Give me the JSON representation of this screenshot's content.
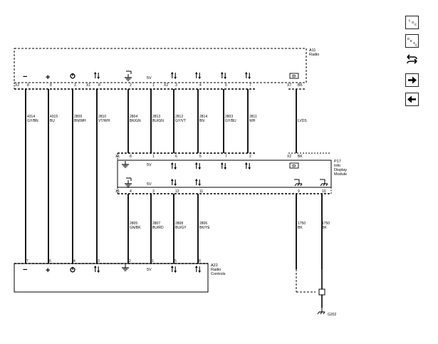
{
  "modules": {
    "radio": {
      "ref": "A11",
      "name": "Radio"
    },
    "display": {
      "ref": "P17",
      "name_lines": [
        "Info",
        "Display",
        "Module"
      ]
    },
    "controls": {
      "ref": "A22",
      "name_lines": [
        "Radio",
        "Controls"
      ]
    }
  },
  "connectors": {
    "x1": "X1",
    "x2": "X2",
    "x7": "X7"
  },
  "ground": {
    "ref": "G202"
  },
  "wires": {
    "w1": {
      "circuit": "4314",
      "color": "GY/BN"
    },
    "w2": {
      "circuit": "4315",
      "color": "BU"
    },
    "w3": {
      "circuit": "2809",
      "color": "BN/WH"
    },
    "w4": {
      "circuit": "2810",
      "color": "VT/WH"
    },
    "w5": {
      "circuit": "2804",
      "color": "BK/GN"
    },
    "w6": {
      "circuit": "2813",
      "color": "BU/GN"
    },
    "w7": {
      "circuit": "2812",
      "color": "GY/VT"
    },
    "w8": {
      "circuit": "2814",
      "color": "BN"
    },
    "w9": {
      "circuit": "2803",
      "color": "GY/BU"
    },
    "w10": {
      "circuit": "2811",
      "color": "WH"
    },
    "w11": {
      "circuit": "LVDS",
      "color": ""
    },
    "l1": {
      "circuit": "2805",
      "color": "GN/BK"
    },
    "l2": {
      "circuit": "2807",
      "color": "BU/RD"
    },
    "l3": {
      "circuit": "2808",
      "color": "BU/GY"
    },
    "l4": {
      "circuit": "2806",
      "color": "BK/YE"
    },
    "l5": {
      "circuit": "1750",
      "color": "BK"
    },
    "l6": {
      "circuit": "1750",
      "color": "BK"
    }
  },
  "pins": {
    "a11": [
      "8",
      "8",
      "3",
      "8",
      "2",
      "1",
      "3",
      "4",
      "6",
      "7",
      "BK"
    ],
    "p17_top": [
      "8",
      "1",
      "6",
      "5",
      "7",
      "2",
      "BK"
    ],
    "p17_bottom": [
      "4",
      "3",
      "12",
      "11",
      "9",
      "10"
    ],
    "a22": [
      "7",
      "6",
      "4",
      "3",
      "2",
      "1",
      "5",
      "8"
    ]
  },
  "labels": {
    "five_v": "5V",
    "minus": "−",
    "plus": "+"
  },
  "toolbar": {
    "loc_label": [
      "L",
      "O",
      "C"
    ],
    "desc_label": [
      "D",
      "E",
      "S",
      "C"
    ]
  },
  "icons": [
    "loc-icon",
    "desc-icon",
    "connector-view-icon",
    "next-arrow-icon",
    "prev-arrow-icon"
  ]
}
